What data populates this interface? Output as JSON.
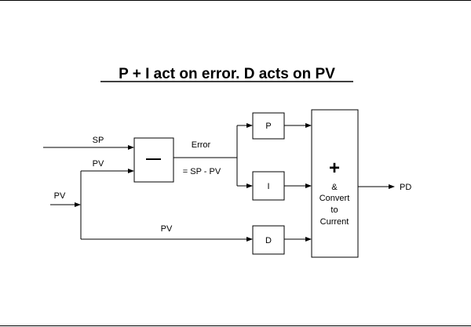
{
  "title": "P + I act on error.  D acts on PV",
  "inputs": {
    "sp_label": "SP",
    "pv_top_label": "PV",
    "pv_in_label": "PV",
    "pv_bottom_label": "PV"
  },
  "error": {
    "label": "Error",
    "equation": "= SP - PV"
  },
  "blocks": {
    "p": "P",
    "i": "I",
    "d": "D"
  },
  "summer": {
    "symbol": "+",
    "line1": "&",
    "line2": "Convert",
    "line3": "to",
    "line4": "Current"
  },
  "output": {
    "label": "PD"
  },
  "colors": {
    "line": "#000000",
    "background": "#ffffff",
    "block_fill": "#ffffff"
  }
}
